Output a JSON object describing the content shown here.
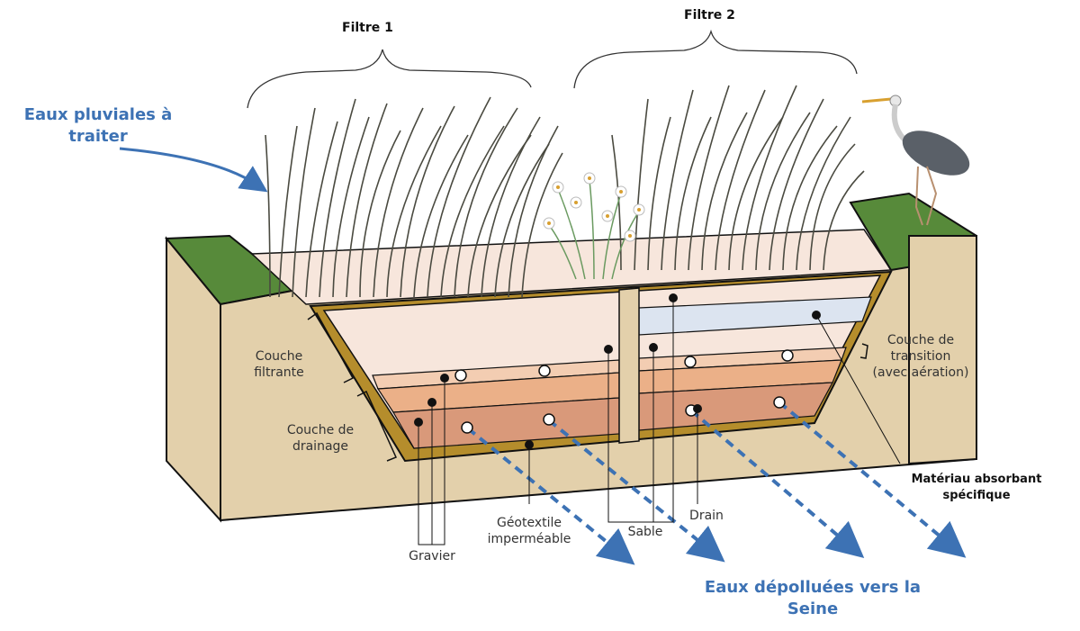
{
  "diagram": {
    "headings": {
      "filter_1": "Filtre 1",
      "filter_2": "Filtre 2"
    },
    "inflow": {
      "line1": "Eaux pluviales à",
      "line2": "traiter"
    },
    "outflow": {
      "line1": "Eaux dépolluées vers la",
      "line2": "Seine"
    },
    "layers": {
      "filtering": {
        "line1": "Couche",
        "line2": "filtrante"
      },
      "drainage": {
        "line1": "Couche de",
        "line2": "drainage"
      },
      "transition": {
        "line1": "Couche de",
        "line2": "transition",
        "line3": "(avec aération)"
      }
    },
    "callouts": {
      "gravel": "Gravier",
      "geotextile": {
        "line1": "Géotextile",
        "line2": "imperméable"
      },
      "sand": "Sable",
      "drain": "Drain",
      "absorbent": {
        "line1": "Matériau absorbant",
        "line2": "spécifique"
      }
    },
    "colors": {
      "accent_blue": "#3d72b4",
      "soil": "#e3d0ab",
      "grass": "#578a3a",
      "liner": "#b58d2c",
      "filter_top": "#f7e6dc",
      "layer_light": "#f3cdb2",
      "layer_mid": "#ebb088",
      "layer_dark": "#d9997a",
      "absorbent": "#dce4f0"
    }
  }
}
